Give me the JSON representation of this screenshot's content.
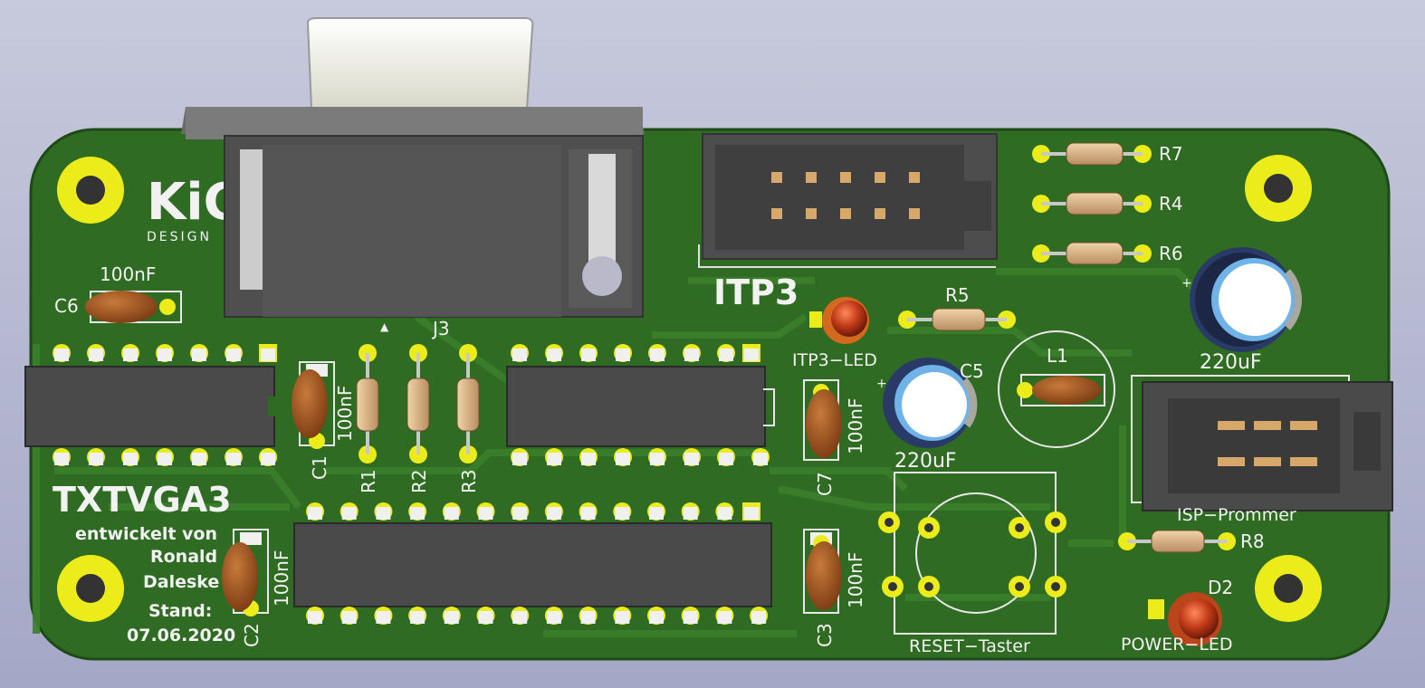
{
  "board": {
    "title": "TXTVGA3",
    "credit_lines": [
      "entwickelt von",
      "Ronald",
      "Daleske",
      "Stand:",
      "07.06.2020"
    ],
    "logo_text": "KiC",
    "logo_sub": "DESIGN"
  },
  "labels": {
    "itp3": "ITP3",
    "j3": "J3",
    "itp3_led": "ITP3−LED",
    "c5": "C5",
    "c5_value": "220uF",
    "c4_value": "220uF",
    "l1": "L1",
    "r5": "R5",
    "r7": "R7",
    "r4": "R4",
    "r6": "R6",
    "r8": "R8",
    "r1": "R1",
    "r2": "R2",
    "r3": "R3",
    "c1": "C1",
    "c1_value": "100nF",
    "c2": "C2",
    "c2_value": "100nF",
    "c3": "C3",
    "c3_value": "100nF",
    "c6": "C6",
    "c6_value": "100nF",
    "c7": "C7",
    "c7_value": "100nF",
    "reset": "RESET−Taster",
    "isp": "ISP−Prommer",
    "d2": "D2",
    "power_led": "POWER−LED"
  },
  "colors": {
    "pcb": "#2f6b22",
    "pcb_trace": "#3a7d2a",
    "pad": "#ecec1a",
    "silk": "#f2f2f2",
    "ic_body": "#4a4a4a",
    "capacitor": "#a0521e",
    "resistor": "#d9b48a",
    "led_red": "#c0311a",
    "elko": "#1e2f55"
  }
}
